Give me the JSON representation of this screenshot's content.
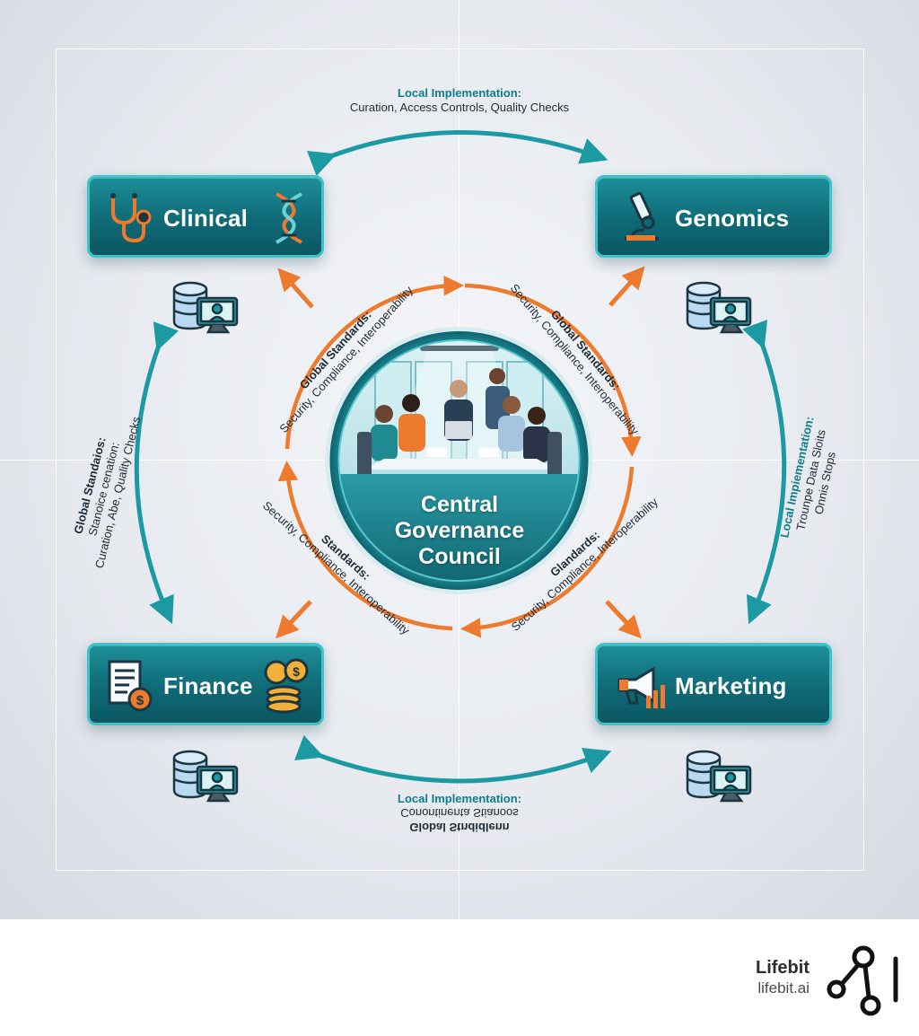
{
  "departments": {
    "clinical": {
      "label": "Clinical"
    },
    "genomics": {
      "label": "Genomics"
    },
    "finance": {
      "label": "Finance"
    },
    "marketing": {
      "label": "Marketing"
    }
  },
  "center": {
    "title_line1": "Central",
    "title_line2": "Governance",
    "title_line3": "Council"
  },
  "connectors": {
    "top": {
      "title": "Local Implementation:",
      "detail": "Curation, Access Controls, Quality Checks"
    },
    "bottom": {
      "title": "Local Implementation:",
      "detail": "Conontinenta Stianoos",
      "detail2": "Global Stndidlenn"
    },
    "left": {
      "title": "Global Standaios:",
      "detail": "Stanoice cenation:",
      "detail2": "Curation, Abe, Quality Checks"
    },
    "right": {
      "title": "Local Impiementation:",
      "detail": "Trounpe Data Sloits",
      "detail2": "Onnis Stops"
    }
  },
  "center_labels": {
    "top_left": {
      "title": "Global Standards:",
      "detail": "Security, Compliance, Interoperability"
    },
    "top_right": {
      "title": "Global Standards:",
      "detail": "Security, Compliance, Interoperability"
    },
    "bottom_left": {
      "title": "Standards:",
      "detail": "Security, Compliance, Interoperability"
    },
    "bottom_right": {
      "title": "Glandards:",
      "detail": "Security, Compliance, Interoperability"
    }
  },
  "brand": {
    "name": "Lifebit",
    "url": "lifebit.ai"
  },
  "colors": {
    "teal": "#138089",
    "teal_light": "#3cc3cb",
    "orange": "#ee7a2d",
    "frame": "#ffffff"
  },
  "icons": {
    "clinical": [
      "stethoscope-icon",
      "dna-icon"
    ],
    "genomics": [
      "microscope-icon"
    ],
    "finance": [
      "document-dollar-icon",
      "coins-icon"
    ],
    "marketing": [
      "megaphone-icon"
    ],
    "storage": "database-monitor-icon"
  }
}
